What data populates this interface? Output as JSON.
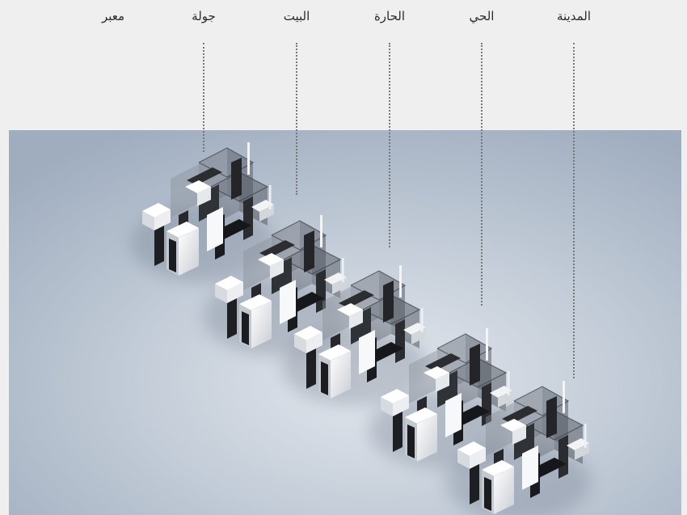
{
  "labels": {
    "city": "المدينة",
    "district": "الحي",
    "quarter": "الحارة",
    "house": "البيت",
    "tour": "جولة",
    "passage": "معبر"
  },
  "colors": {
    "page_background": "#efefef",
    "ground": "#a9b6c6",
    "leader_line": "#777777",
    "block_dark": "#1e1f22",
    "block_white": "#f4f5f6",
    "glass": "#7d838d"
  }
}
